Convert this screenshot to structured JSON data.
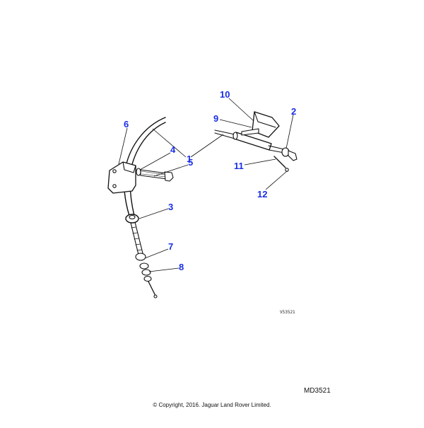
{
  "diagram": {
    "callouts": [
      "10",
      "9",
      "2",
      "6",
      "4",
      "5",
      "1",
      "11",
      "12",
      "3",
      "7",
      "8"
    ],
    "illustration_code": "V53521",
    "reference_code": "MD3521",
    "copyright": "© Copyright, 2016. Jaguar Land Rover Limited.",
    "colors": {
      "callout": "#1a2ee6",
      "line": "#111111"
    }
  }
}
